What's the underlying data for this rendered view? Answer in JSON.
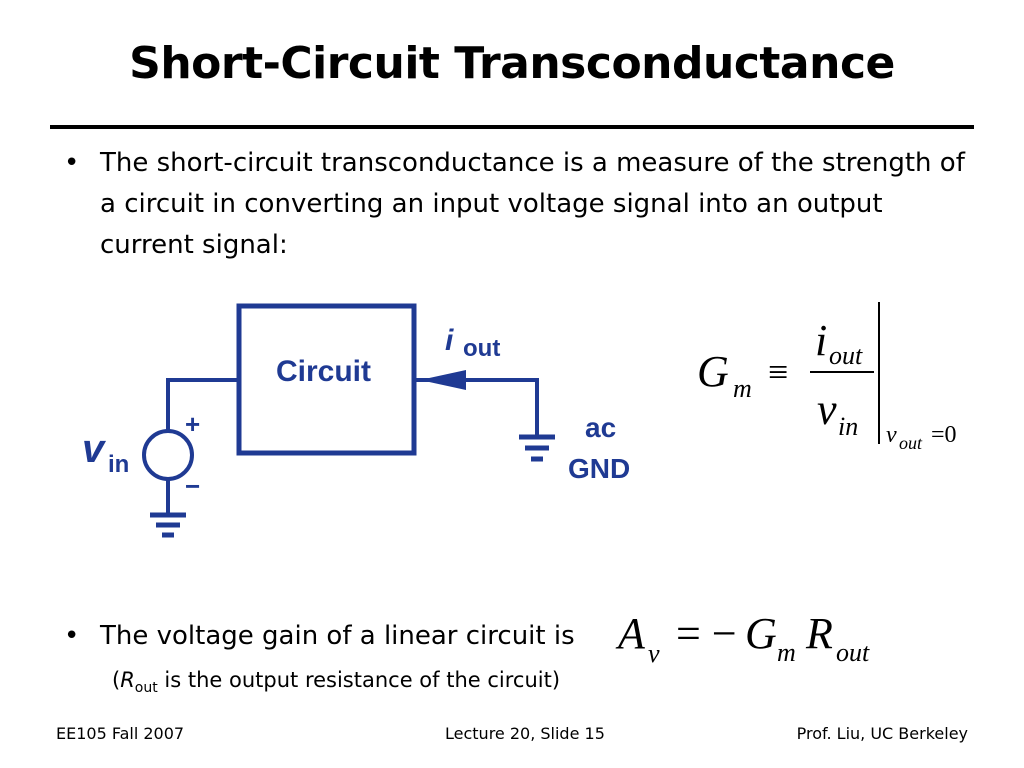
{
  "slide": {
    "title": "Short-Circuit Transconductance"
  },
  "bullets": [
    {
      "marker": "•",
      "text": "The short-circuit transconductance is a measure of the strength of a circuit in converting an input voltage signal into an output current signal:"
    },
    {
      "marker": "•",
      "text": "The voltage gain of a linear circuit is"
    }
  ],
  "note": {
    "open": "(",
    "r_symbol": "R",
    "r_sub": "out",
    "rest": " is the output resistance of the circuit)"
  },
  "schematic": {
    "box_label": "Circuit",
    "current_symbol": "i",
    "current_sub": "out",
    "source_symbol": "v",
    "source_sub": "in",
    "plus": "+",
    "minus": "−",
    "ground_label_1": "ac",
    "ground_label_2": "GND",
    "color": "#1f3a93"
  },
  "equations": {
    "gm": {
      "lhs": "G",
      "lhs_sub": "m",
      "equiv": "≡",
      "num": "i",
      "num_sub": "out",
      "den": "v",
      "den_sub": "in",
      "cond_var": "v",
      "cond_sub": "out",
      "cond_rest": "=0"
    },
    "av": {
      "lhs": "A",
      "lhs_sub": "v",
      "eq": "= −",
      "g": "G",
      "g_sub": "m",
      "r": "R",
      "r_sub": "out"
    }
  },
  "footer": {
    "left": "EE105 Fall 2007",
    "center": "Lecture 20, Slide 15",
    "right": "Prof. Liu, UC Berkeley"
  }
}
